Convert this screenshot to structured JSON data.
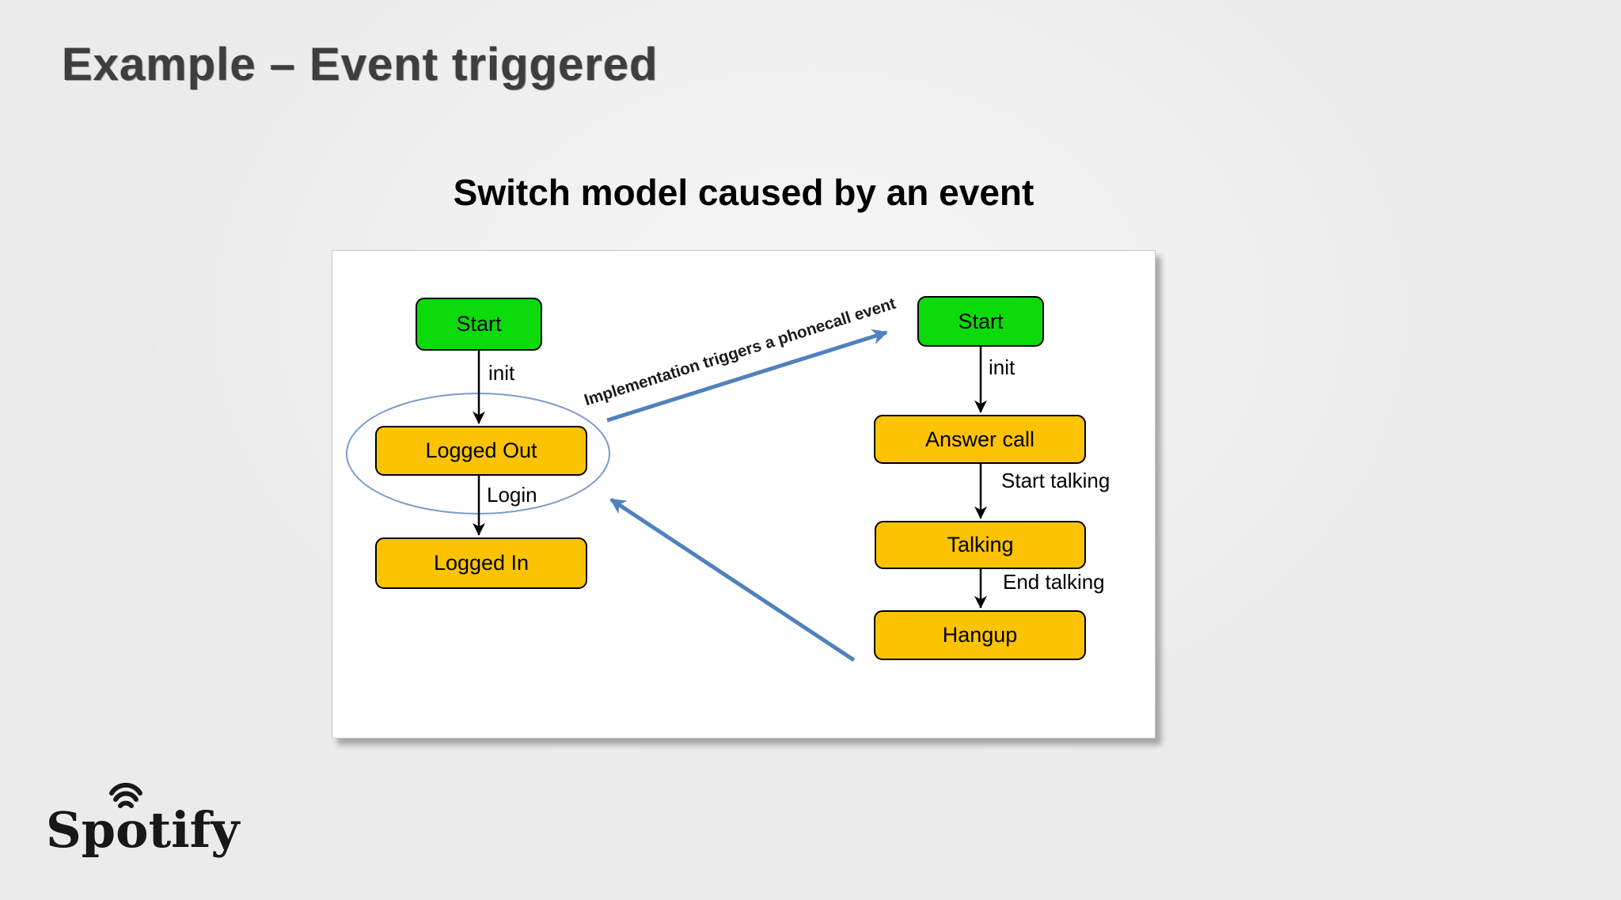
{
  "colors": {
    "bg": "#ebebeb",
    "panel-bg": "#ffffff",
    "panel-border": "#c9c9c9",
    "title-color": "#3e3e3e",
    "subtitle-color": "#000000",
    "start-fill": "#0bdb0b",
    "state-fill": "#fcc303",
    "node-border": "#000000",
    "node-text": "#000000",
    "edge-color": "#000000",
    "blue-arrow": "#4f81bd",
    "ellipse-stroke": "#7b9ccb",
    "logo-color": "#181818"
  },
  "header": {
    "title": "Example – Event triggered"
  },
  "diagram": {
    "caption": "Switch model caused by an event",
    "left_flow": {
      "nodes": [
        {
          "label": "Start",
          "type": "start"
        },
        {
          "label": "Logged Out",
          "type": "state"
        },
        {
          "label": "Logged In",
          "type": "state"
        }
      ],
      "edges": [
        {
          "label": "init"
        },
        {
          "label": "Login"
        }
      ]
    },
    "right_flow": {
      "nodes": [
        {
          "label": "Start",
          "type": "start"
        },
        {
          "label": "Answer call",
          "type": "state"
        },
        {
          "label": "Talking",
          "type": "state"
        },
        {
          "label": "Hangup",
          "type": "state"
        }
      ],
      "edges": [
        {
          "label": "init"
        },
        {
          "label": "Start talking"
        },
        {
          "label": "End talking"
        }
      ]
    },
    "cross_arrow_label": "Implementation triggers a phonecall event"
  },
  "footer": {
    "logo_text": "Spotify"
  }
}
